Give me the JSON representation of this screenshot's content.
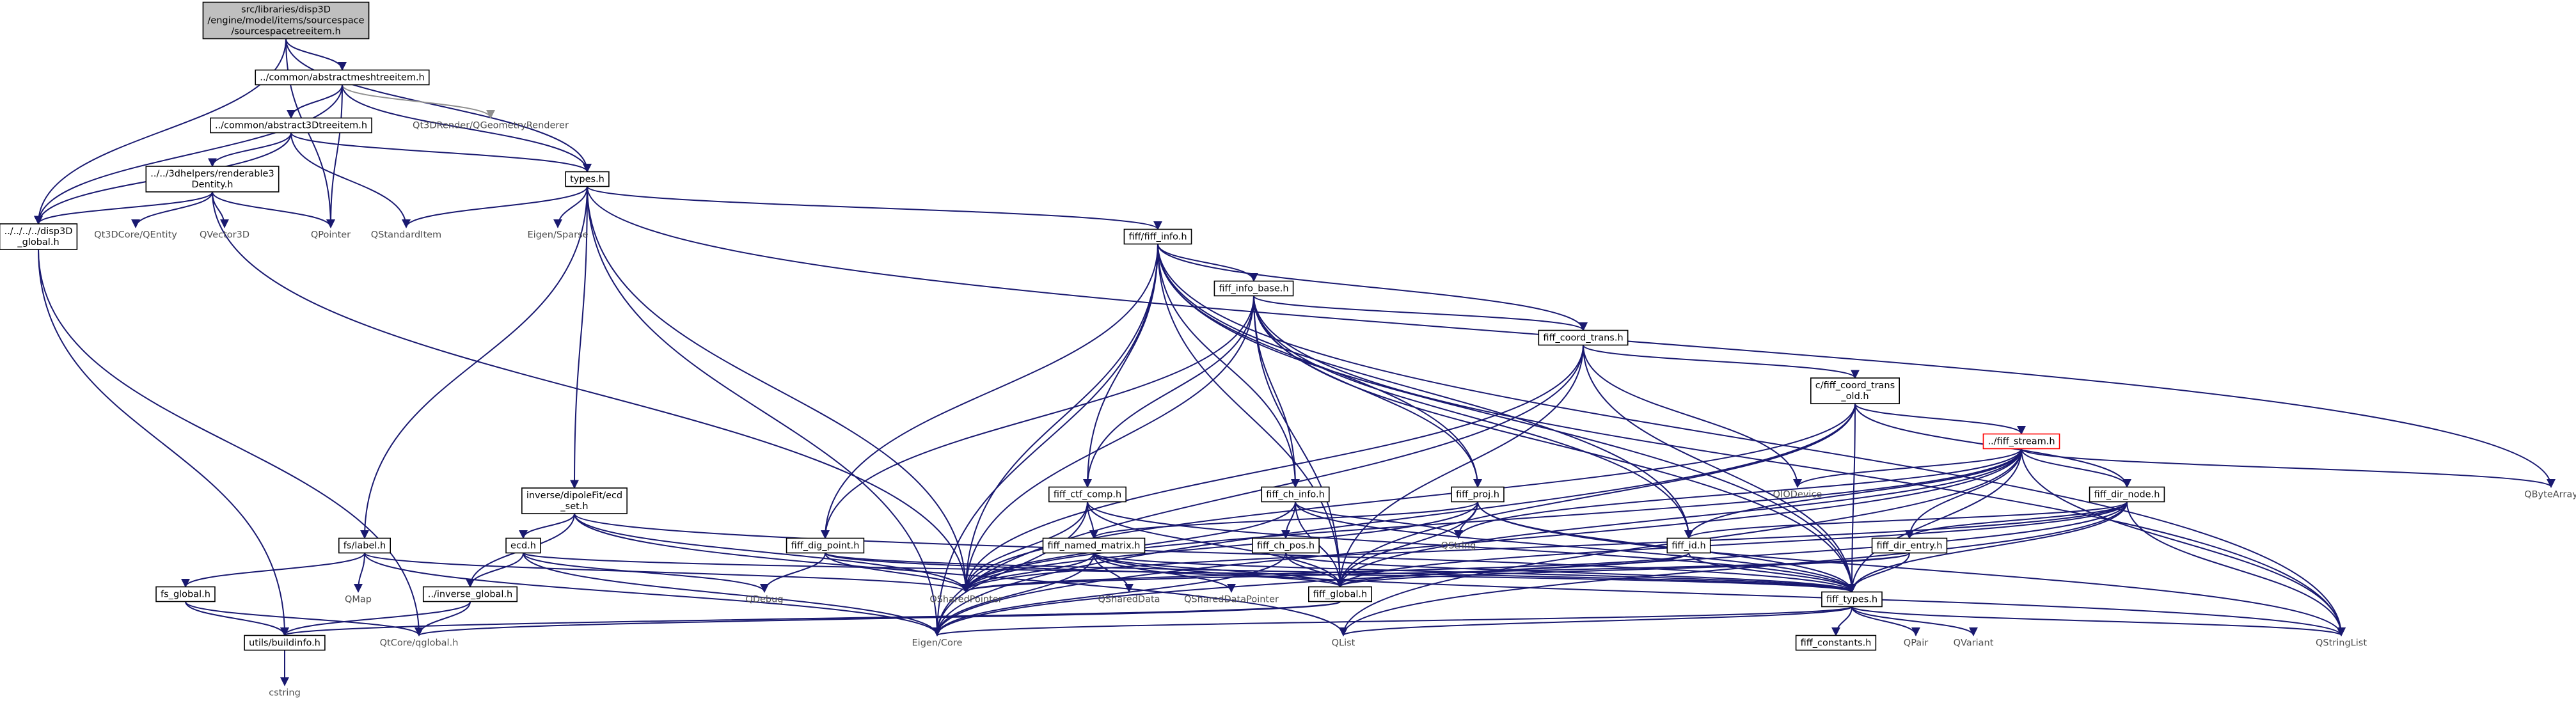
{
  "graph": {
    "colors": {
      "edge": "#191970",
      "edge_secondary": "#8f8f8f",
      "root_fill": "#bfbfbf",
      "highlight_border": "#ff0000"
    },
    "nodes": [
      {
        "id": "root",
        "lines": [
          "src/libraries/disp3D",
          "/engine/model/items/sourcespace",
          "/sourcespacetreeitem.h"
        ],
        "style": "root"
      },
      {
        "id": "abstractmesh",
        "lines": [
          "../common/abstractmeshtreeitem.h"
        ],
        "style": "box"
      },
      {
        "id": "qt3drender",
        "lines": [
          "Qt3DRender/QGeometryRenderer"
        ],
        "style": "plain"
      },
      {
        "id": "abstract3d",
        "lines": [
          "../common/abstract3Dtreeitem.h"
        ],
        "style": "box"
      },
      {
        "id": "types",
        "lines": [
          "types.h"
        ],
        "style": "box"
      },
      {
        "id": "renderable",
        "lines": [
          "../../3dhelpers/renderable3",
          "Dentity.h"
        ],
        "style": "box"
      },
      {
        "id": "disp3dglobal",
        "lines": [
          "../../../../disp3D",
          "_global.h"
        ],
        "style": "box"
      },
      {
        "id": "qt3dcore",
        "lines": [
          "Qt3DCore/QEntity"
        ],
        "style": "plain"
      },
      {
        "id": "qvector3d",
        "lines": [
          "QVector3D"
        ],
        "style": "plain"
      },
      {
        "id": "qpointer",
        "lines": [
          "QPointer"
        ],
        "style": "plain"
      },
      {
        "id": "qstandarditem",
        "lines": [
          "QStandardItem"
        ],
        "style": "plain"
      },
      {
        "id": "eigensparse",
        "lines": [
          "Eigen/Sparse"
        ],
        "style": "plain"
      },
      {
        "id": "fiffinfo",
        "lines": [
          "fiff/fiff_info.h"
        ],
        "style": "box"
      },
      {
        "id": "qbytearray",
        "lines": [
          "QByteArray"
        ],
        "style": "plain"
      },
      {
        "id": "fiffinfobase",
        "lines": [
          "fiff_info_base.h"
        ],
        "style": "box"
      },
      {
        "id": "fiffcoordtrans",
        "lines": [
          "fiff_coord_trans.h"
        ],
        "style": "box"
      },
      {
        "id": "coordtransold",
        "lines": [
          "c/fiff_coord_trans",
          "_old.h"
        ],
        "style": "box"
      },
      {
        "id": "fiffstream",
        "lines": [
          "../fiff_stream.h"
        ],
        "style": "red"
      },
      {
        "id": "qiodevice",
        "lines": [
          "QIODevice"
        ],
        "style": "plain"
      },
      {
        "id": "fiffdirnode",
        "lines": [
          "fiff_dir_node.h"
        ],
        "style": "box"
      },
      {
        "id": "fiffproj",
        "lines": [
          "fiff_proj.h"
        ],
        "style": "box"
      },
      {
        "id": "qstring",
        "lines": [
          "QString"
        ],
        "style": "plain"
      },
      {
        "id": "fiffctfcomp",
        "lines": [
          "fiff_ctf_comp.h"
        ],
        "style": "box"
      },
      {
        "id": "fiffchinfo",
        "lines": [
          "fiff_ch_info.h"
        ],
        "style": "box"
      },
      {
        "id": "inverse",
        "lines": [
          "inverse/dipoleFit/ecd",
          "_set.h"
        ],
        "style": "box"
      },
      {
        "id": "fslabel",
        "lines": [
          "fs/label.h"
        ],
        "style": "box"
      },
      {
        "id": "fiffdigpoint",
        "lines": [
          "fiff_dig_point.h"
        ],
        "style": "box"
      },
      {
        "id": "fiffnamedmatrix",
        "lines": [
          "fiff_named_matrix.h"
        ],
        "style": "box"
      },
      {
        "id": "fiffchpos",
        "lines": [
          "fiff_ch_pos.h"
        ],
        "style": "box"
      },
      {
        "id": "fiffid",
        "lines": [
          "fiff_id.h"
        ],
        "style": "box"
      },
      {
        "id": "fiffdirentry",
        "lines": [
          "fiff_dir_entry.h"
        ],
        "style": "box"
      },
      {
        "id": "ecd",
        "lines": [
          "ecd.h"
        ],
        "style": "box"
      },
      {
        "id": "qmap",
        "lines": [
          "QMap"
        ],
        "style": "plain"
      },
      {
        "id": "fsglobal",
        "lines": [
          "fs_global.h"
        ],
        "style": "box"
      },
      {
        "id": "inverseglobal",
        "lines": [
          "../inverse_global.h"
        ],
        "style": "box"
      },
      {
        "id": "qdebug",
        "lines": [
          "QDebug"
        ],
        "style": "plain"
      },
      {
        "id": "qshareddata",
        "lines": [
          "QSharedData"
        ],
        "style": "plain"
      },
      {
        "id": "qshareddatapointer",
        "lines": [
          "QSharedDataPointer"
        ],
        "style": "plain"
      },
      {
        "id": "qsharedpointer",
        "lines": [
          "QSharedPointer"
        ],
        "style": "plain"
      },
      {
        "id": "fiffglobal",
        "lines": [
          "fiff_global.h"
        ],
        "style": "box"
      },
      {
        "id": "fifftypes",
        "lines": [
          "fiff_types.h"
        ],
        "style": "box"
      },
      {
        "id": "buildinfo",
        "lines": [
          "utils/buildinfo.h"
        ],
        "style": "box"
      },
      {
        "id": "qtcoreglobal",
        "lines": [
          "QtCore/qglobal.h"
        ],
        "style": "plain"
      },
      {
        "id": "eigencore",
        "lines": [
          "Eigen/Core"
        ],
        "style": "plain"
      },
      {
        "id": "qlist",
        "lines": [
          "QList"
        ],
        "style": "plain"
      },
      {
        "id": "fiffconstants",
        "lines": [
          "fiff_constants.h"
        ],
        "style": "box"
      },
      {
        "id": "qpair",
        "lines": [
          "QPair"
        ],
        "style": "plain"
      },
      {
        "id": "qvariant",
        "lines": [
          "QVariant"
        ],
        "style": "plain"
      },
      {
        "id": "qstringlist",
        "lines": [
          "QStringList"
        ],
        "style": "plain"
      },
      {
        "id": "cstring",
        "lines": [
          "cstring"
        ],
        "style": "plain"
      }
    ],
    "edges": [
      [
        "root",
        "abstractmesh"
      ],
      [
        "root",
        "types"
      ],
      [
        "root",
        "disp3dglobal"
      ],
      [
        "root",
        "qpointer"
      ],
      [
        "abstractmesh",
        "abstract3d"
      ],
      [
        "abstractmesh",
        "qt3drender"
      ],
      [
        "abstractmesh",
        "types"
      ],
      [
        "abstractmesh",
        "disp3dglobal"
      ],
      [
        "abstractmesh",
        "qpointer"
      ],
      [
        "abstract3d",
        "renderable"
      ],
      [
        "abstract3d",
        "types"
      ],
      [
        "abstract3d",
        "disp3dglobal"
      ],
      [
        "abstract3d",
        "qstandarditem"
      ],
      [
        "renderable",
        "disp3dglobal"
      ],
      [
        "renderable",
        "qt3dcore"
      ],
      [
        "renderable",
        "qvector3d"
      ],
      [
        "renderable",
        "qpointer"
      ],
      [
        "renderable",
        "qsharedpointer"
      ],
      [
        "disp3dglobal",
        "buildinfo"
      ],
      [
        "disp3dglobal",
        "qtcoreglobal"
      ],
      [
        "types",
        "qstandarditem"
      ],
      [
        "types",
        "eigensparse"
      ],
      [
        "types",
        "fiffinfo"
      ],
      [
        "types",
        "qbytearray"
      ],
      [
        "types",
        "inverse"
      ],
      [
        "types",
        "fslabel"
      ],
      [
        "types",
        "qsharedpointer"
      ],
      [
        "types",
        "eigencore"
      ],
      [
        "fiffinfo",
        "fiffinfobase"
      ],
      [
        "fiffinfo",
        "fiffcoordtrans"
      ],
      [
        "fiffinfo",
        "fiffproj"
      ],
      [
        "fiffinfo",
        "fiffctfcomp"
      ],
      [
        "fiffinfo",
        "fiffchinfo"
      ],
      [
        "fiffinfo",
        "fiffdigpoint"
      ],
      [
        "fiffinfo",
        "fiffid"
      ],
      [
        "fiffinfo",
        "fiffglobal"
      ],
      [
        "fiffinfo",
        "fifftypes"
      ],
      [
        "fiffinfo",
        "qsharedpointer"
      ],
      [
        "fiffinfo",
        "eigencore"
      ],
      [
        "fiffinfo",
        "qstringlist"
      ],
      [
        "fiffinfobase",
        "fiffcoordtrans"
      ],
      [
        "fiffinfobase",
        "fiffproj"
      ],
      [
        "fiffinfobase",
        "fiffctfcomp"
      ],
      [
        "fiffinfobase",
        "fiffchinfo"
      ],
      [
        "fiffinfobase",
        "fiffdigpoint"
      ],
      [
        "fiffinfobase",
        "fiffid"
      ],
      [
        "fiffinfobase",
        "fiffglobal"
      ],
      [
        "fiffinfobase",
        "fifftypes"
      ],
      [
        "fiffinfobase",
        "qsharedpointer"
      ],
      [
        "fiffinfobase",
        "qstringlist"
      ],
      [
        "fiffcoordtrans",
        "coordtransold"
      ],
      [
        "fiffcoordtrans",
        "qiodevice"
      ],
      [
        "fiffcoordtrans",
        "fiffglobal"
      ],
      [
        "fiffcoordtrans",
        "fifftypes"
      ],
      [
        "fiffcoordtrans",
        "qsharedpointer"
      ],
      [
        "fiffcoordtrans",
        "eigencore"
      ],
      [
        "coordtransold",
        "fiffstream"
      ],
      [
        "coordtransold",
        "fiffdirnode"
      ],
      [
        "coordtransold",
        "fiffglobal"
      ],
      [
        "coordtransold",
        "fifftypes"
      ],
      [
        "coordtransold",
        "qsharedpointer"
      ],
      [
        "coordtransold",
        "eigencore"
      ],
      [
        "fiffstream",
        "qiodevice"
      ],
      [
        "fiffstream",
        "qbytearray"
      ],
      [
        "fiffstream",
        "fiffdirnode"
      ],
      [
        "fiffstream",
        "fiffid"
      ],
      [
        "fiffstream",
        "fiffdirentry"
      ],
      [
        "fiffstream",
        "qstring"
      ],
      [
        "fiffstream",
        "fifftypes"
      ],
      [
        "fiffstream",
        "fiffglobal"
      ],
      [
        "fiffstream",
        "qsharedpointer"
      ],
      [
        "fiffstream",
        "qlist"
      ],
      [
        "fiffstream",
        "qstringlist"
      ],
      [
        "fiffstream",
        "eigencore"
      ],
      [
        "fiffdirnode",
        "fiffid"
      ],
      [
        "fiffdirnode",
        "fiffdirentry"
      ],
      [
        "fiffdirnode",
        "fifftypes"
      ],
      [
        "fiffdirnode",
        "fiffglobal"
      ],
      [
        "fiffdirnode",
        "qsharedpointer"
      ],
      [
        "fiffdirnode",
        "qlist"
      ],
      [
        "fiffdirnode",
        "eigencore"
      ],
      [
        "fiffdirnode",
        "qstringlist"
      ],
      [
        "fiffproj",
        "qstring"
      ],
      [
        "fiffproj",
        "fiffnamedmatrix"
      ],
      [
        "fiffproj",
        "fiffglobal"
      ],
      [
        "fiffproj",
        "fifftypes"
      ],
      [
        "fiffproj",
        "qsharedpointer"
      ],
      [
        "fiffproj",
        "qstringlist"
      ],
      [
        "fiffctfcomp",
        "fiffnamedmatrix"
      ],
      [
        "fiffctfcomp",
        "fiffglobal"
      ],
      [
        "fiffctfcomp",
        "fifftypes"
      ],
      [
        "fiffctfcomp",
        "qsharedpointer"
      ],
      [
        "fiffctfcomp",
        "eigencore"
      ],
      [
        "fiffchinfo",
        "fiffchpos"
      ],
      [
        "fiffchinfo",
        "qstring"
      ],
      [
        "fiffchinfo",
        "fiffglobal"
      ],
      [
        "fiffchinfo",
        "fifftypes"
      ],
      [
        "fiffchinfo",
        "qsharedpointer"
      ],
      [
        "fiffdigpoint",
        "qdebug"
      ],
      [
        "fiffdigpoint",
        "fiffglobal"
      ],
      [
        "fiffdigpoint",
        "fifftypes"
      ],
      [
        "fiffdigpoint",
        "qsharedpointer"
      ],
      [
        "fiffnamedmatrix",
        "qshareddata"
      ],
      [
        "fiffnamedmatrix",
        "qshareddatapointer"
      ],
      [
        "fiffnamedmatrix",
        "qsharedpointer"
      ],
      [
        "fiffnamedmatrix",
        "fiffglobal"
      ],
      [
        "fiffnamedmatrix",
        "fifftypes"
      ],
      [
        "fiffnamedmatrix",
        "eigencore"
      ],
      [
        "fiffnamedmatrix",
        "qstringlist"
      ],
      [
        "fiffchpos",
        "fiffglobal"
      ],
      [
        "fiffchpos",
        "fifftypes"
      ],
      [
        "fiffchpos",
        "eigencore"
      ],
      [
        "fiffid",
        "fiffglobal"
      ],
      [
        "fiffid",
        "fifftypes"
      ],
      [
        "fiffid",
        "qsharedpointer"
      ],
      [
        "fiffdirentry",
        "fiffglobal"
      ],
      [
        "fiffdirentry",
        "fifftypes"
      ],
      [
        "fiffdirentry",
        "qsharedpointer"
      ],
      [
        "fiffglobal",
        "buildinfo"
      ],
      [
        "fiffglobal",
        "qtcoreglobal"
      ],
      [
        "fifftypes",
        "eigencore"
      ],
      [
        "fifftypes",
        "fiffconstants"
      ],
      [
        "fifftypes",
        "qpair"
      ],
      [
        "fifftypes",
        "qvariant"
      ],
      [
        "fifftypes",
        "qlist"
      ],
      [
        "fifftypes",
        "qstringlist"
      ],
      [
        "inverse",
        "ecd"
      ],
      [
        "inverse",
        "inverseglobal"
      ],
      [
        "inverse",
        "fifftypes"
      ],
      [
        "inverse",
        "qsharedpointer"
      ],
      [
        "inverse",
        "qlist"
      ],
      [
        "ecd",
        "inverseglobal"
      ],
      [
        "ecd",
        "fifftypes"
      ],
      [
        "ecd",
        "qdebug"
      ],
      [
        "ecd",
        "eigencore"
      ],
      [
        "inverseglobal",
        "buildinfo"
      ],
      [
        "inverseglobal",
        "qtcoreglobal"
      ],
      [
        "fslabel",
        "fsglobal"
      ],
      [
        "fslabel",
        "qmap"
      ],
      [
        "fslabel",
        "qsharedpointer"
      ],
      [
        "fslabel",
        "eigencore"
      ],
      [
        "fsglobal",
        "buildinfo"
      ],
      [
        "fsglobal",
        "qtcoreglobal"
      ],
      [
        "buildinfo",
        "cstring"
      ]
    ]
  }
}
